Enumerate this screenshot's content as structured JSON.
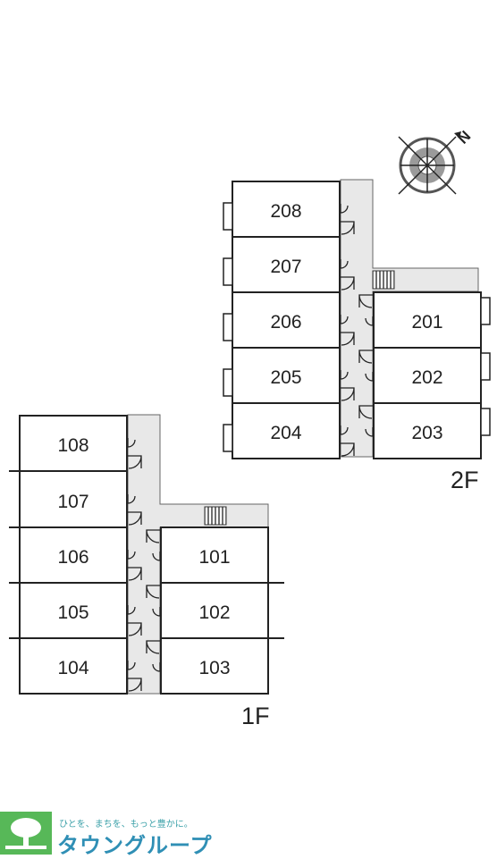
{
  "floors": [
    {
      "label": "1F",
      "units": [
        "108",
        "107",
        "106",
        "105",
        "104",
        "101",
        "102",
        "103"
      ]
    },
    {
      "label": "2F",
      "units": [
        "208",
        "207",
        "206",
        "205",
        "204",
        "201",
        "202",
        "203"
      ]
    }
  ],
  "compass": {
    "north_label": "N"
  },
  "logo": {
    "tagline": "ひとを、まちを、もっと豊かに。",
    "company": "タウングループ",
    "colors": {
      "primary": "#2f8fb5",
      "accent": "#57b858"
    }
  },
  "colors": {
    "wall": "#222222",
    "corridor": "#e8e8e8",
    "background": "#ffffff"
  }
}
